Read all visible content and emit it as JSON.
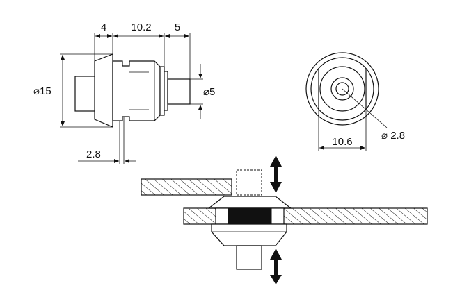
{
  "dimensions": {
    "flange_thickness": "4",
    "body_length": "10.2",
    "plunger_length": "5",
    "flange_diameter": "⌀15",
    "plunger_diameter": "⌀5",
    "panel_thickness": "2.8",
    "hole_diameter": "⌀ 2.8",
    "front_width": "10.6"
  },
  "colors": {
    "line": "#111111",
    "background": "#ffffff"
  }
}
